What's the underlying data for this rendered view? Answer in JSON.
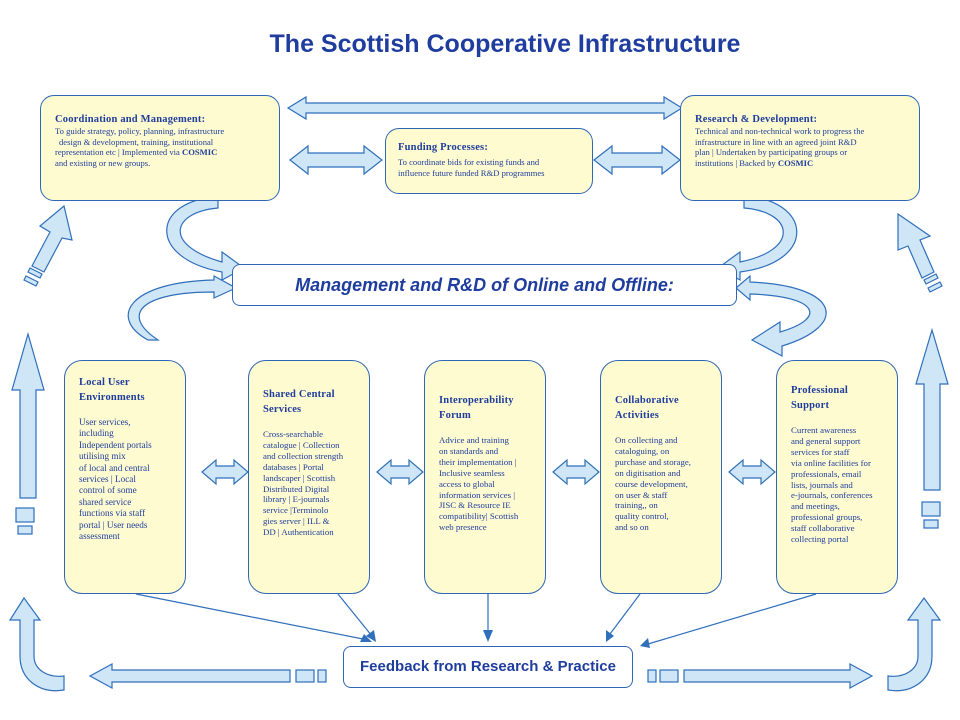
{
  "title": "The Scottish Cooperative Infrastructure",
  "coordination": {
    "heading": "Coordination and Management:",
    "lines": [
      "To guide strategy, policy, planning, infrastructure",
      "design & development, training, institutional",
      "representation etc  |  Implemented via",
      "and existing or new groups."
    ],
    "bold_term": "COSMIC"
  },
  "funding": {
    "heading": "Funding Processes:",
    "lines": [
      "To coordinate bids for existing funds and",
      "influence future funded R&D programmes"
    ]
  },
  "research": {
    "heading": "Research  & Development:",
    "lines": [
      "Technical and non-technical work to progress the",
      "infrastructure in line with an  agreed joint R&D",
      "plan |  Undertaken by participating groups or",
      "institutions | Backed by"
    ],
    "bold_term": "COSMIC"
  },
  "management_band": "Management and R&D of Online and Offline:",
  "feedback_band": "Feedback from Research & Practice",
  "columns": [
    {
      "heading": [
        "Local User",
        "Environments"
      ],
      "lines": [
        "User services,",
        "including",
        "Independent portals",
        " utilising mix",
        "of local and central",
        "services  |  Local",
        "control of some",
        "shared service",
        "functions via staff",
        "portal  |  User needs",
        "assessment"
      ]
    },
    {
      "heading": [
        "Shared  Central",
        "Services"
      ],
      "lines": [
        "Cross-searchable",
        "catalogue | Collection",
        "and collection strength",
        "databases  |  Portal",
        "landscaper | Scottish",
        "Distributed Digital",
        "library | E-journals",
        "service |Terminolo",
        "gies server | ILL &",
        "DD | Authentication"
      ]
    },
    {
      "heading": [
        "Interoperability",
        "Forum"
      ],
      "lines": [
        "Advice and training",
        "on standards and",
        "their implementation |",
        "Inclusive seamless",
        "access to global",
        "information services |",
        " JISC & Resource IE",
        "compatibility| Scottish",
        "web presence"
      ]
    },
    {
      "heading": [
        "Collaborative",
        "Activities"
      ],
      "lines": [
        "On collecting and",
        "cataloguing, on",
        "purchase and storage,",
        "on digitisation and",
        "course development,",
        "on user & staff",
        "training,, on",
        "quality control,",
        "and so on"
      ]
    },
    {
      "heading": [
        "Professional",
        "Support"
      ],
      "lines": [
        "Current awareness",
        "and general support",
        "services for staff",
        "via online facilities for",
        "professionals, email",
        "lists, journals and",
        "e-journals, conferences",
        "and meetings,",
        "professional  groups,",
        "staff collaborative",
        "collecting portal"
      ]
    }
  ],
  "colors": {
    "title": "#1f3d9e",
    "box_fill": "#fdfbcf",
    "border": "#2f66b5",
    "arrow_fill": "#cfe6f6"
  }
}
